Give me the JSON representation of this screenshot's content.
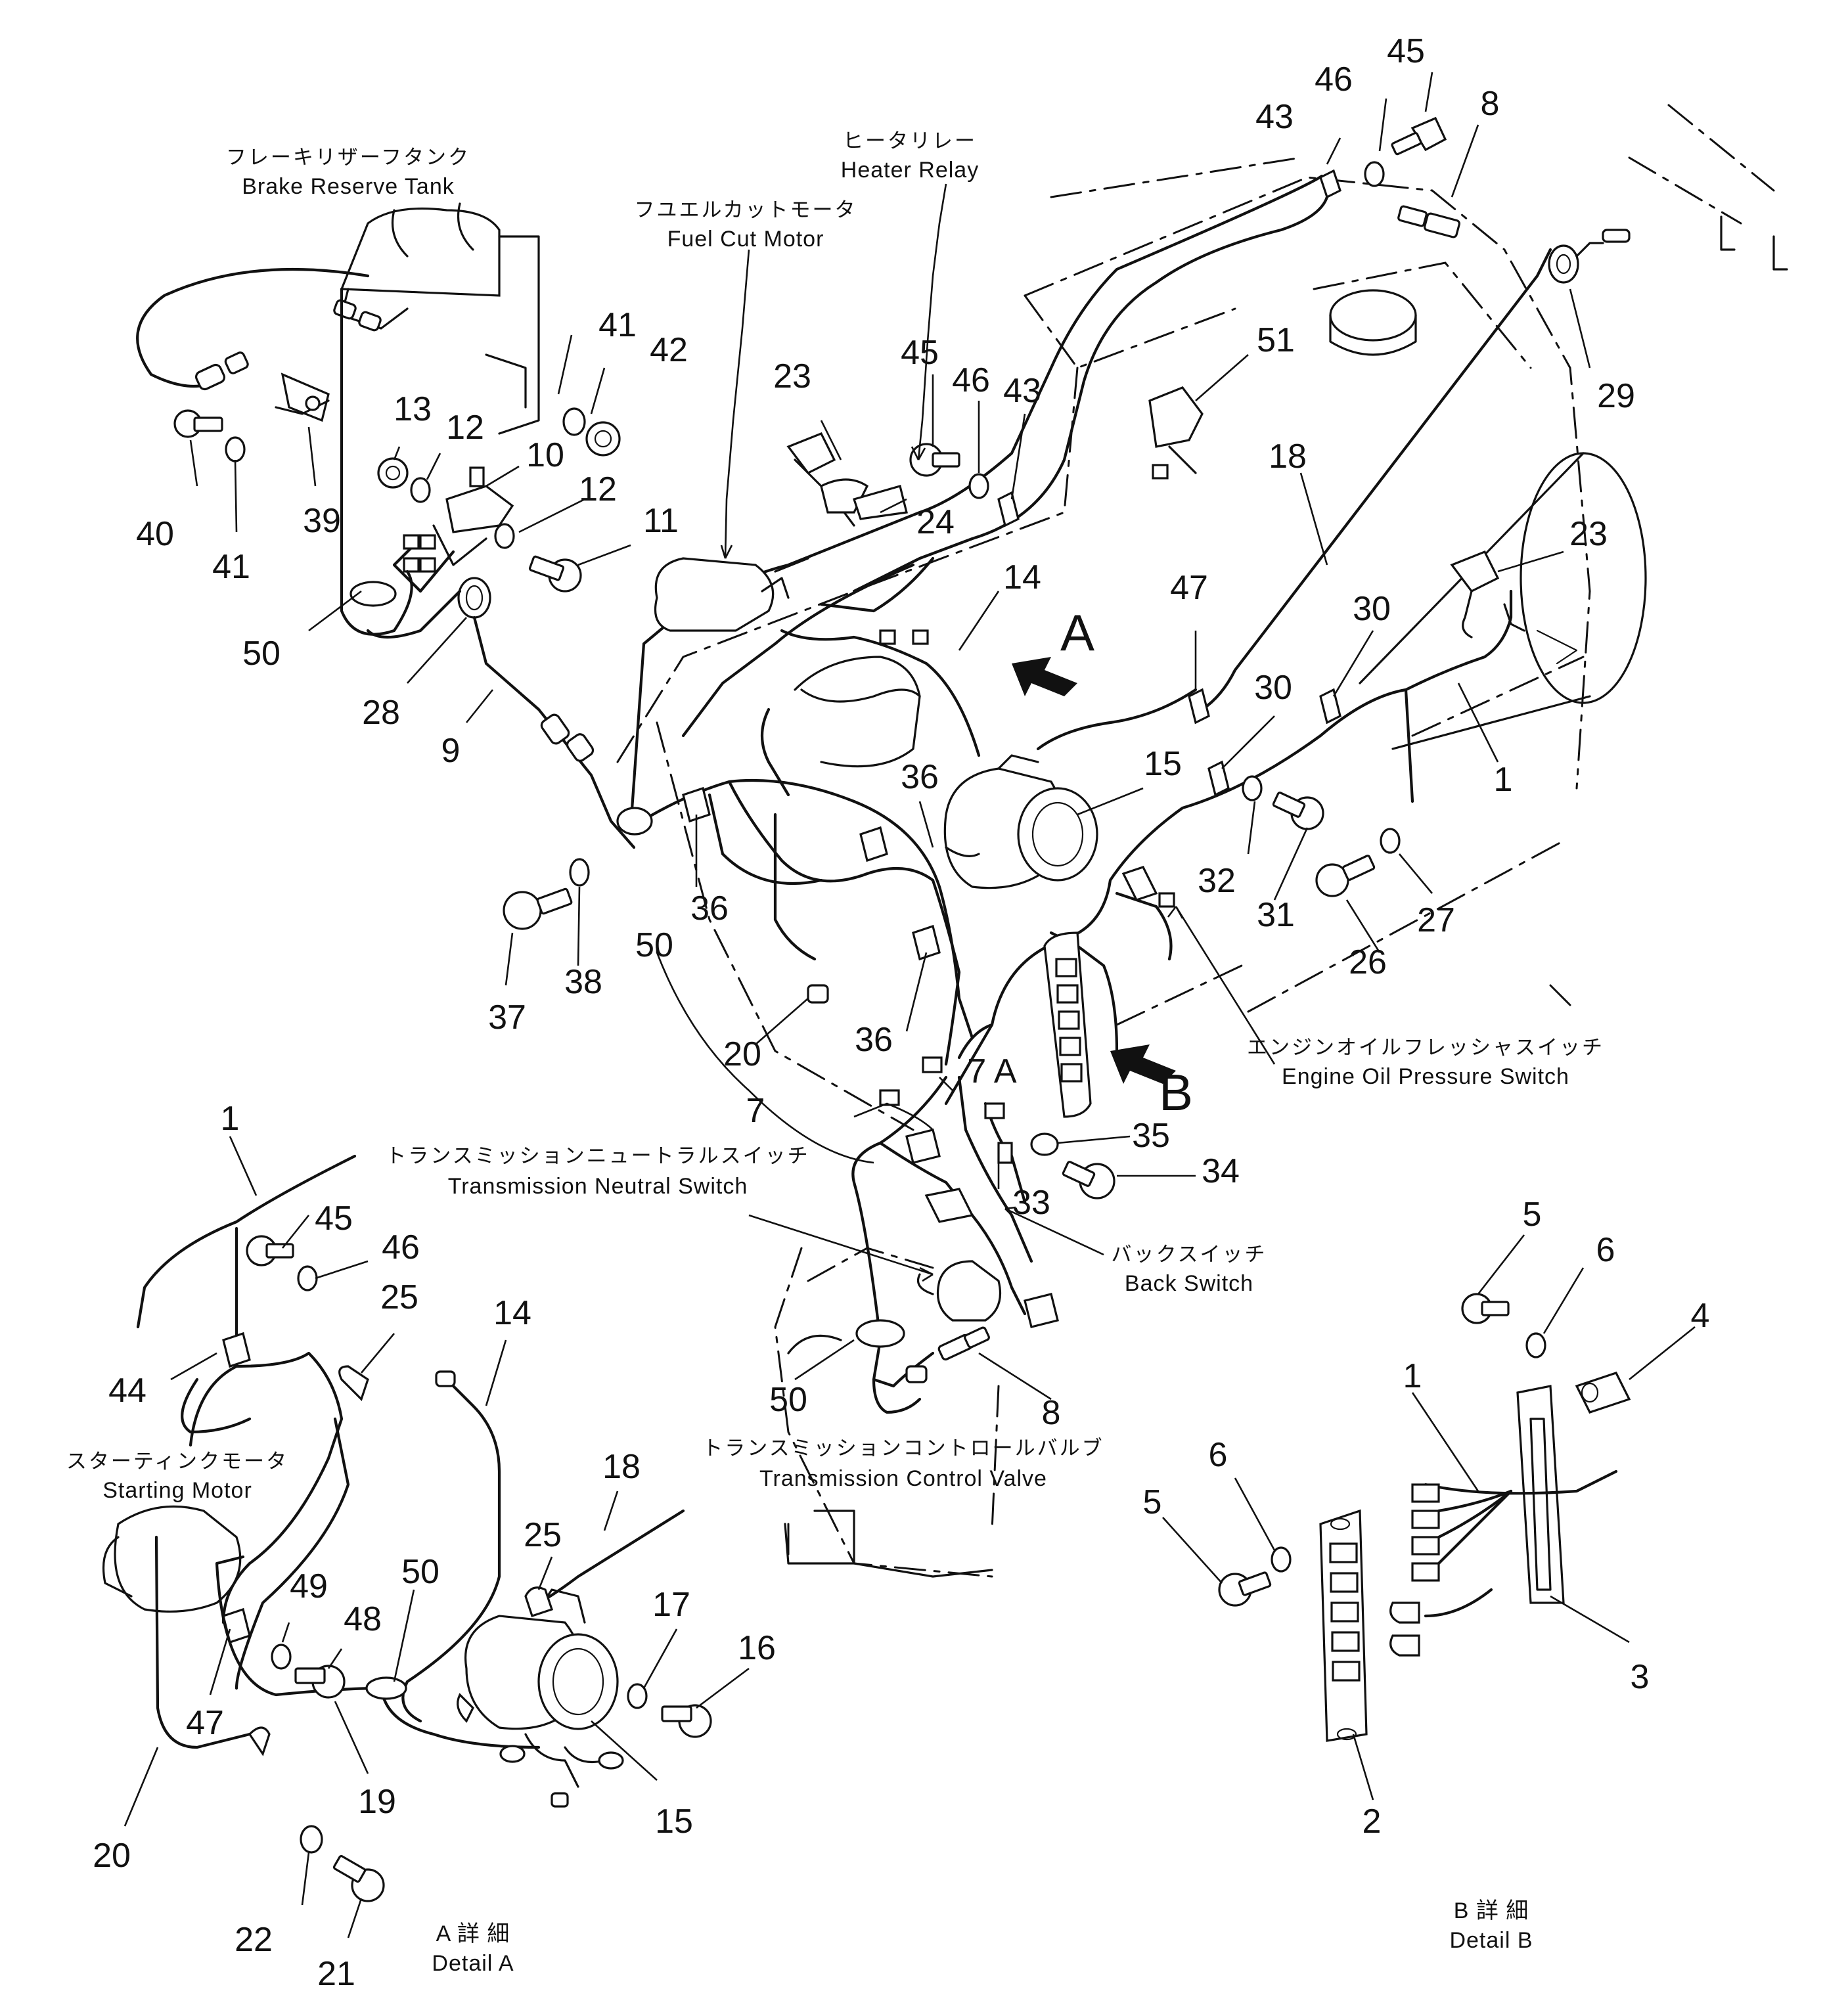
{
  "labels": {
    "brake_reserve_tank_jp": "フレーキリザーフタンク",
    "brake_reserve_tank": "Brake Reserve Tank",
    "heater_relay_jp": "ヒータリレー",
    "heater_relay": "Heater Relay",
    "fuel_cut_motor_jp": "フユエルカットモータ",
    "fuel_cut_motor": "Fuel Cut Motor",
    "engine_oil_pressure_switch_jp": "エンジンオイルフレッシャスイッチ",
    "engine_oil_pressure_switch": "Engine Oil Pressure Switch",
    "transmission_neutral_switch_jp": "トランスミッションニュートラルスイッチ",
    "transmission_neutral_switch": "Transmission Neutral Switch",
    "back_switch_jp": "バックスイッチ",
    "back_switch": "Back Switch",
    "transmission_control_valve_jp": "トランスミッションコントロールバルブ",
    "transmission_control_valve": "Transmission Control Valve",
    "starting_motor_jp": "スターティンクモータ",
    "starting_motor": "Starting Motor",
    "detail_a_jp": "A 詳 細",
    "detail_a": "Detail A",
    "detail_b_jp": "B 詳 細",
    "detail_b": "Detail B",
    "view_a": "A",
    "view_b": "B"
  },
  "callouts": {
    "n45a": "45",
    "n46a": "46",
    "n43a": "43",
    "n8a": "8",
    "n41a": "41",
    "n42": "42",
    "n40": "40",
    "n41b": "41",
    "n39": "39",
    "n13": "13",
    "n12a": "12",
    "n10": "10",
    "n12b": "12",
    "n11": "11",
    "n50a": "50",
    "n28": "28",
    "n9": "9",
    "n23a": "23",
    "n24": "24",
    "n45b": "45",
    "n46b": "46",
    "n43b": "43",
    "n51": "51",
    "n18a": "18",
    "n29": "29",
    "n23b": "23",
    "n14a": "14",
    "n47a": "47",
    "n30a": "30",
    "n30b": "30",
    "n1a": "1",
    "n15a": "15",
    "n36a": "36",
    "n36b": "36",
    "n36c": "36",
    "n32": "32",
    "n31": "31",
    "n27": "27",
    "n26": "26",
    "n37": "37",
    "n38": "38",
    "n50b": "50",
    "n20a": "20",
    "n7a": "7 A",
    "n7": "7",
    "n35": "35",
    "n34": "34",
    "n33": "33",
    "n50c": "50",
    "n8b": "8",
    "n1b": "1",
    "n45c": "45",
    "n46c": "46",
    "n44": "44",
    "n25a": "25",
    "n14b": "14",
    "n18b": "18",
    "n25b": "25",
    "n49": "49",
    "n48": "48",
    "n50d": "50",
    "n17": "17",
    "n16": "16",
    "n47b": "47",
    "n19": "19",
    "n15b": "15",
    "n20b": "20",
    "n22": "22",
    "n21": "21",
    "n5a": "5",
    "n6a": "6",
    "n4": "4",
    "n1c": "1",
    "n6b": "6",
    "n5b": "5",
    "n3": "3",
    "n2": "2"
  }
}
